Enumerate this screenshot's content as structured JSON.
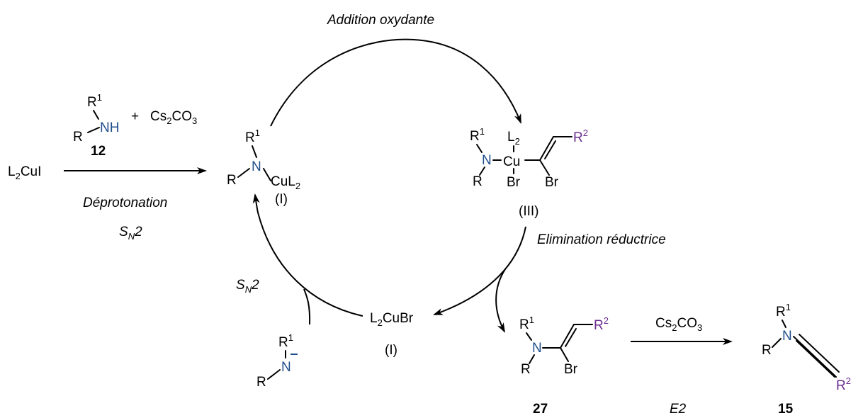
{
  "labels": {
    "oxidative_addition": "Addition oxydante",
    "reductive_elimination": "Elimination réductrice",
    "deprotonation": "Déprotonation",
    "sn2": "S",
    "sn2_sub": "N",
    "sn2_tail": "2",
    "e2": "E2"
  },
  "reagents": {
    "start_catalyst": "L",
    "start_catalyst_sub": "2",
    "start_catalyst_tail": "CuI",
    "plus": "+",
    "base": "Cs",
    "base_sub1": "2",
    "base_mid": "CO",
    "base_sub2": "3"
  },
  "atoms": {
    "R": "R",
    "R1": "R",
    "sup1": "1",
    "R2": "R",
    "sup2": "2",
    "N": "N",
    "NH": "NH",
    "Cu": "Cu",
    "CuL2": "CuL",
    "L2": "L",
    "sub2": "2",
    "Br": "Br",
    "minus": "–"
  },
  "species": {
    "cu1_amide_oxidation": "(I)",
    "cu3_oxidation": "(III)",
    "cubr_main": "L",
    "cubr_sub": "2",
    "cubr_tail": "CuBr",
    "cubr_oxidation": "(I)"
  },
  "compounds": {
    "amine_number": "12",
    "bromoenamine_number": "27",
    "ynamine_number": "15"
  }
}
